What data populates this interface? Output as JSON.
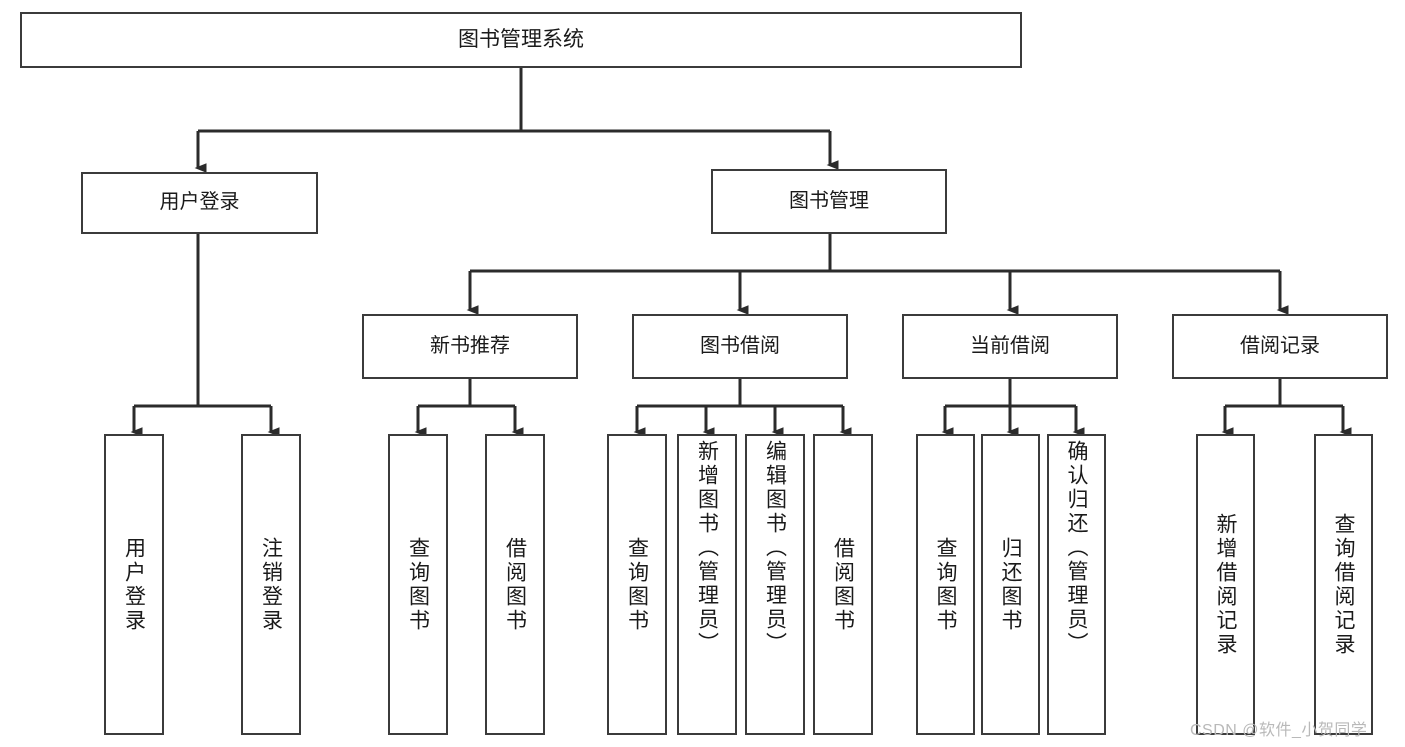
{
  "diagram": {
    "title": "图书管理系统",
    "type": "hierarchy-tree",
    "colors": {
      "box_border": "#3b3b3b",
      "box_fill": "#ffffff",
      "connector": "#2b2b2b",
      "text": "#1a1a1a",
      "watermark": "#b9b9b9"
    },
    "nodes": {
      "root": {
        "label": "图书管理系统"
      },
      "level2": [
        {
          "label": "用户登录"
        },
        {
          "label": "图书管理"
        }
      ],
      "level3": [
        {
          "label": "新书推荐"
        },
        {
          "label": "图书借阅"
        },
        {
          "label": "当前借阅"
        },
        {
          "label": "借阅记录"
        }
      ],
      "leaves": {
        "user_login": [
          {
            "label": "用户登录"
          },
          {
            "label": "注销登录"
          }
        ],
        "new_book_recommend": [
          {
            "label": "查询图书"
          },
          {
            "label": "借阅图书"
          }
        ],
        "book_borrow": [
          {
            "label": "查询图书"
          },
          {
            "label": "新增图书（管理员）"
          },
          {
            "label": "编辑图书（管理员）"
          },
          {
            "label": "借阅图书"
          }
        ],
        "current_borrow": [
          {
            "label": "查询图书"
          },
          {
            "label": "归还图书"
          },
          {
            "label": "确认归还（管理员）"
          }
        ],
        "borrow_record": [
          {
            "label": "新增借阅记录"
          },
          {
            "label": "查询借阅记录"
          }
        ]
      }
    }
  },
  "watermark": {
    "text": "CSDN @软件_小贺同学"
  }
}
